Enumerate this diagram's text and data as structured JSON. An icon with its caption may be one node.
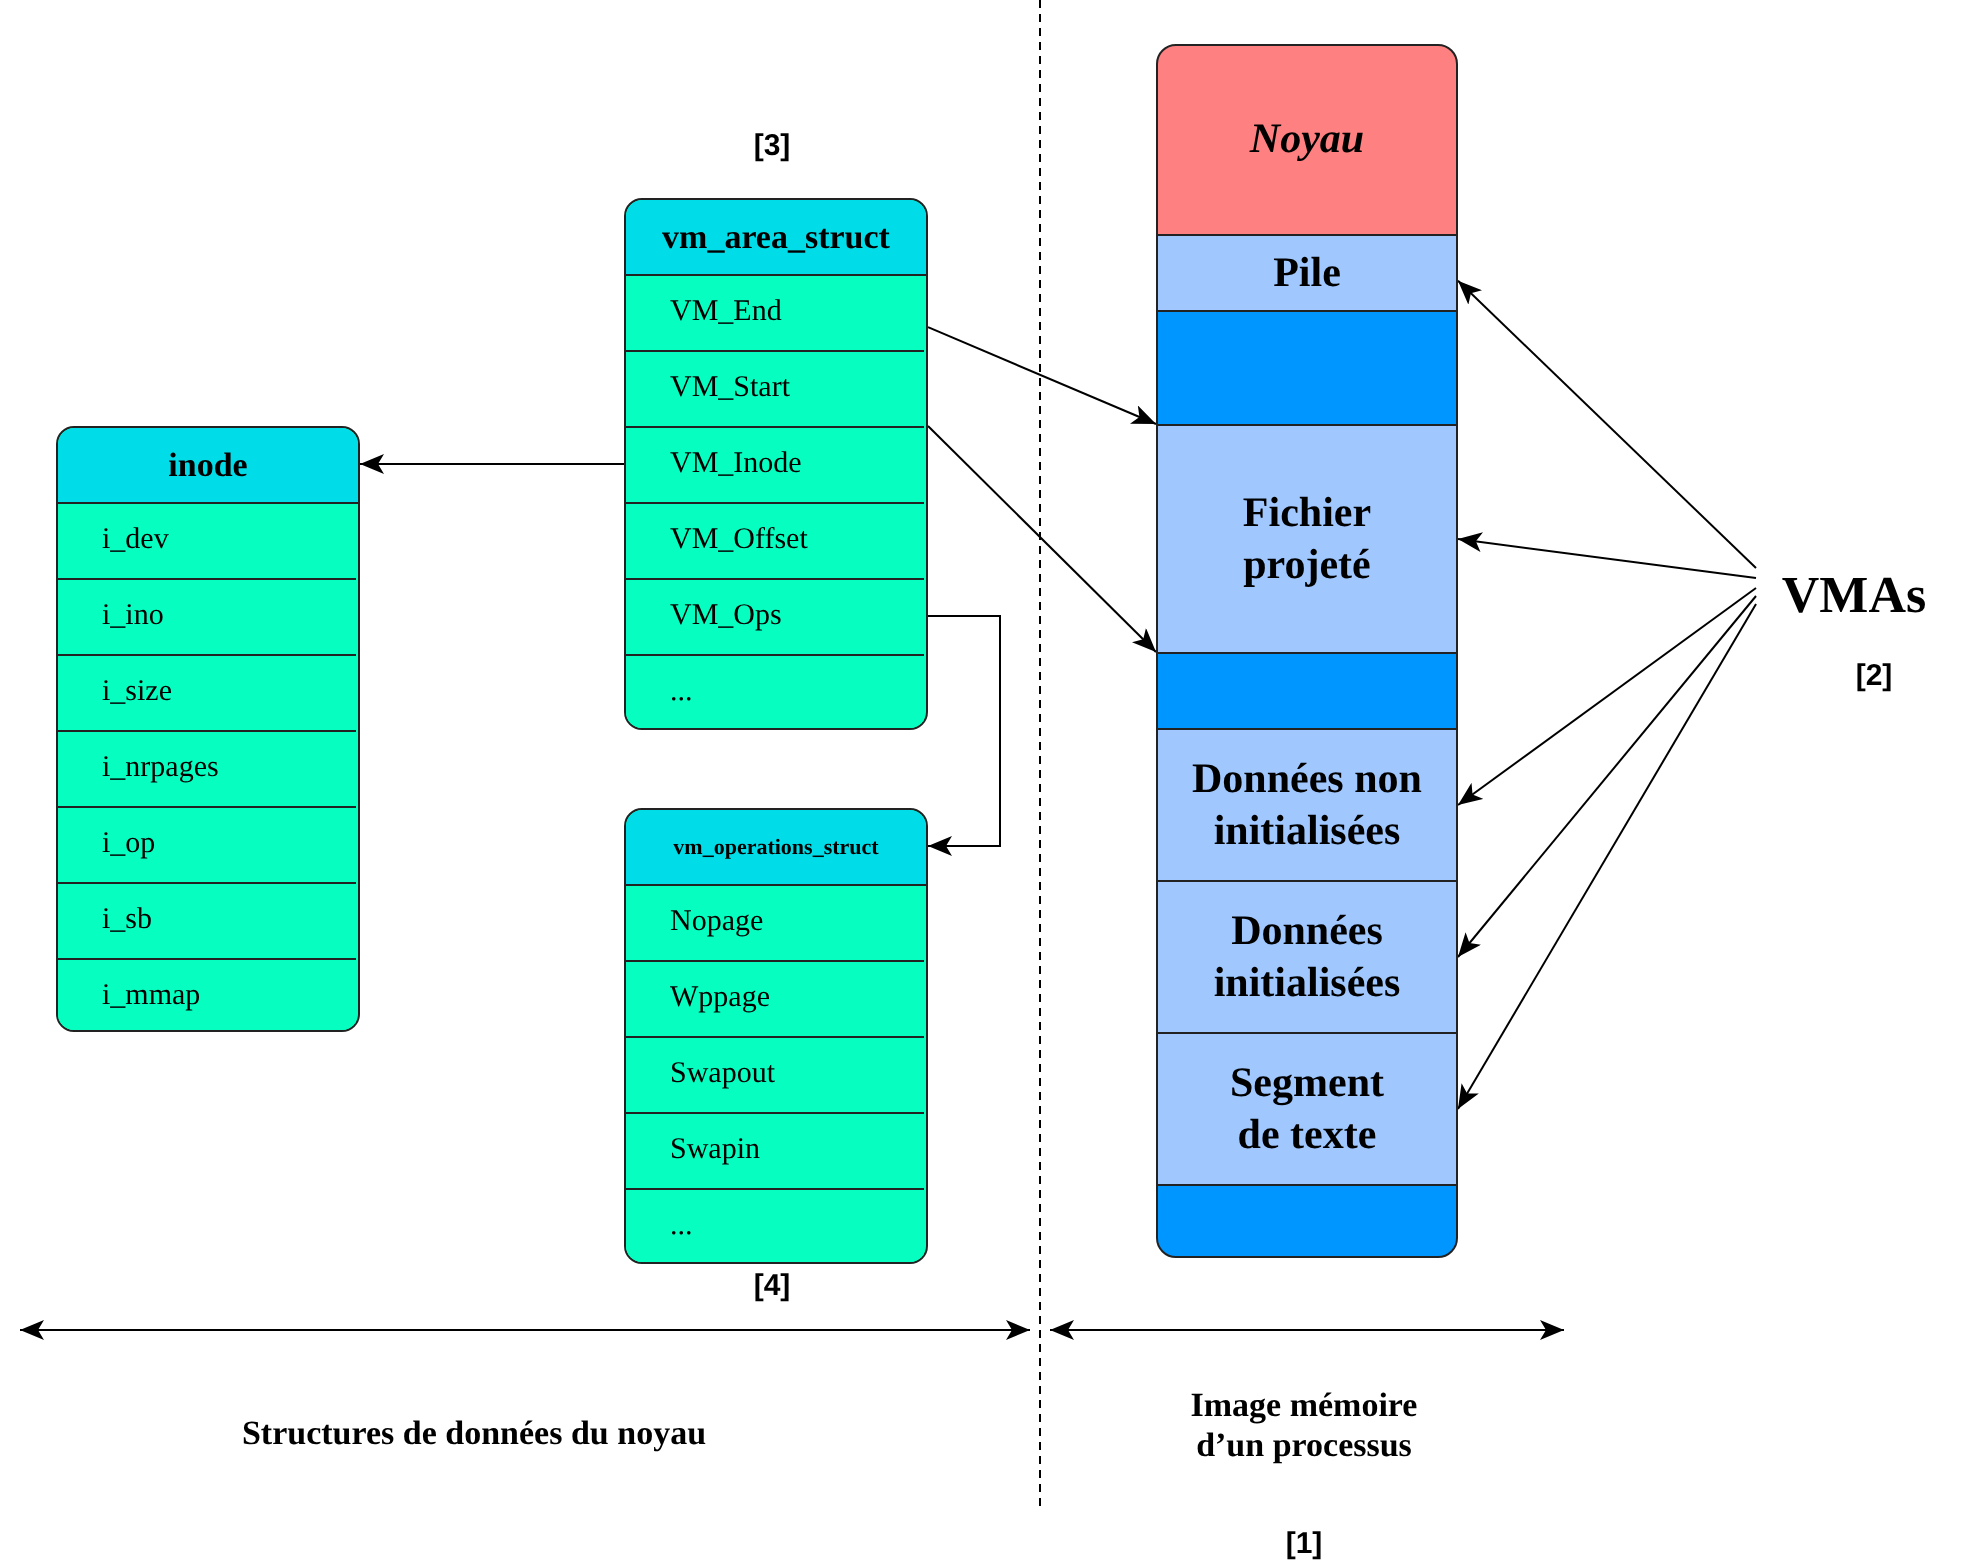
{
  "diagram": {
    "nodes": [
      {
        "text": [
          "inode"
        ]
      },
      {
        "text": [
          "i_dev"
        ],
        "in": 0
      },
      {
        "text": [
          "i_ino"
        ],
        "in": 0
      },
      {
        "text": [
          "i_size"
        ],
        "in": 0
      },
      {
        "text": [
          "i_nrpages"
        ],
        "in": 0
      },
      {
        "text": [
          "i_op"
        ],
        "in": 0
      },
      {
        "text": [
          "i_sb"
        ],
        "in": 0
      },
      {
        "text": [
          "i_mmap"
        ],
        "in": 0
      },
      {
        "text": [
          "vm_area_struct"
        ]
      },
      {
        "text": [
          "VM_End"
        ],
        "in": 8
      },
      {
        "text": [
          "VM_Start"
        ],
        "in": 8
      },
      {
        "text": [
          "VM_Inode"
        ],
        "in": 8
      },
      {
        "text": [
          "VM_Offset"
        ],
        "in": 8
      },
      {
        "text": [
          "VM_Ops"
        ],
        "in": 8
      },
      {
        "text": [
          "..."
        ],
        "in": 8
      },
      {
        "text": [
          "vm_operations_struct"
        ]
      },
      {
        "text": [
          "Nopage"
        ],
        "in": 15
      },
      {
        "text": [
          "Wppage"
        ],
        "in": 15
      },
      {
        "text": [
          "Swapout"
        ],
        "in": 15
      },
      {
        "text": [
          "Swapin"
        ],
        "in": 15
      },
      {
        "text": [
          "..."
        ],
        "in": 15
      },
      {
        "text": [
          "Noyau"
        ]
      },
      {
        "text": [
          "Pile"
        ]
      },
      {
        "text": [],
        "shape": "box"
      },
      {
        "text": [
          "Fichier projeté"
        ]
      },
      {
        "text": [],
        "shape": "box"
      },
      {
        "text": [
          "Données non initialisées"
        ]
      },
      {
        "text": [
          "Données initialisées"
        ]
      },
      {
        "text": [
          "Segment de texte"
        ]
      },
      {
        "text": [],
        "shape": "box"
      },
      {
        "text": [
          "VMAs"
        ]
      }
    ],
    "edges": [
      {
        "from": 11,
        "to": 0,
        "arrow": "to"
      },
      {
        "from": 9,
        "to": 24,
        "arrow": "to"
      },
      {
        "from": 10,
        "to": 24,
        "arrow": "to"
      },
      {
        "from": 13,
        "to": 15,
        "arrow": "to"
      },
      {
        "from": 30,
        "to": 22,
        "arrow": "to"
      },
      {
        "from": 30,
        "to": 24,
        "arrow": "to"
      },
      {
        "from": 30,
        "to": 26,
        "arrow": "to"
      },
      {
        "from": 30,
        "to": 27,
        "arrow": "to"
      },
      {
        "from": 30,
        "to": 28,
        "arrow": "to"
      }
    ],
    "labels": [
      "[3]",
      "[2]",
      "[4]",
      "Structures de données du noyau",
      "Image mémoire d’un processus",
      "[1]"
    ]
  }
}
